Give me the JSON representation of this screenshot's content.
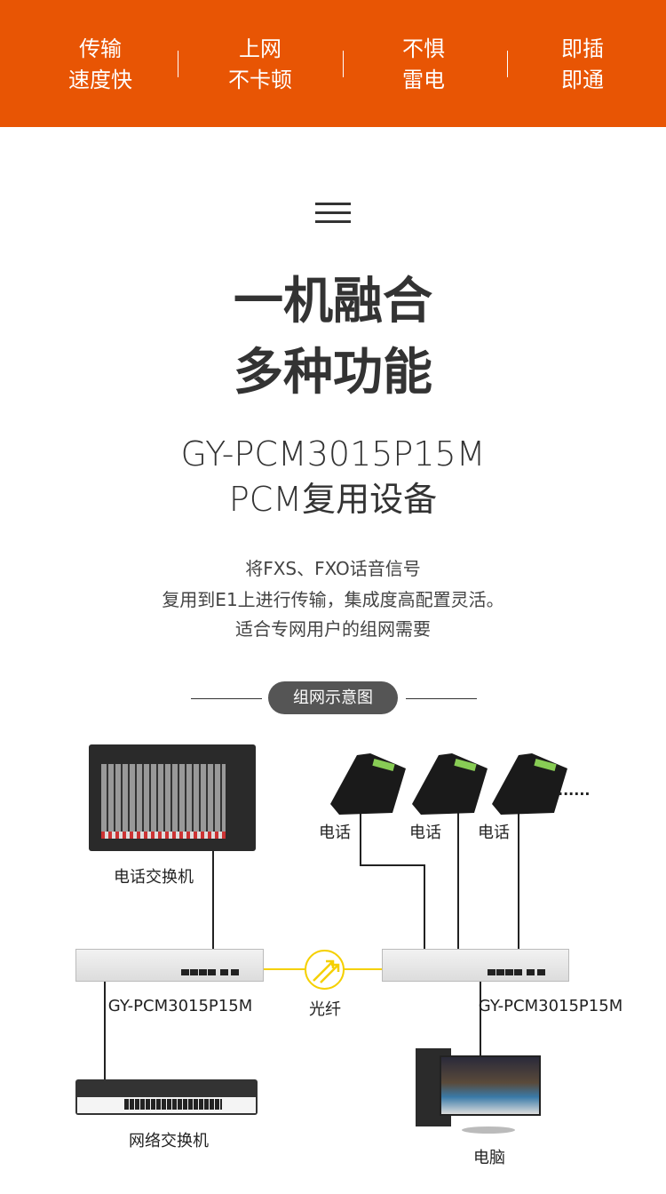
{
  "features": [
    {
      "line1": "传输",
      "line2": "速度快"
    },
    {
      "line1": "上网",
      "line2": "不卡顿"
    },
    {
      "line1": "不惧",
      "line2": "雷电"
    },
    {
      "line1": "即插",
      "line2": "即通"
    }
  ],
  "headline": {
    "line1": "一机融合",
    "line2": "多种功能"
  },
  "product": {
    "model": "GY-PCM3015P15M",
    "name": "PCM复用设备"
  },
  "description": [
    "将FXS、FXO话音信号",
    "复用到E1上进行传输，集成度高配置灵活。",
    "适合专网用户的组网需要"
  ],
  "diagram": {
    "title": "组网示意图",
    "pbx": "电话交换机",
    "phones": [
      "电话",
      "电话",
      "电话"
    ],
    "more": "......",
    "device_left": "GY-PCM3015P15M",
    "device_right": "GY-PCM3015P15M",
    "fiber": "光纤",
    "switch": "网络交换机",
    "pc": "电脑",
    "fiber_color": "#f5d000"
  }
}
